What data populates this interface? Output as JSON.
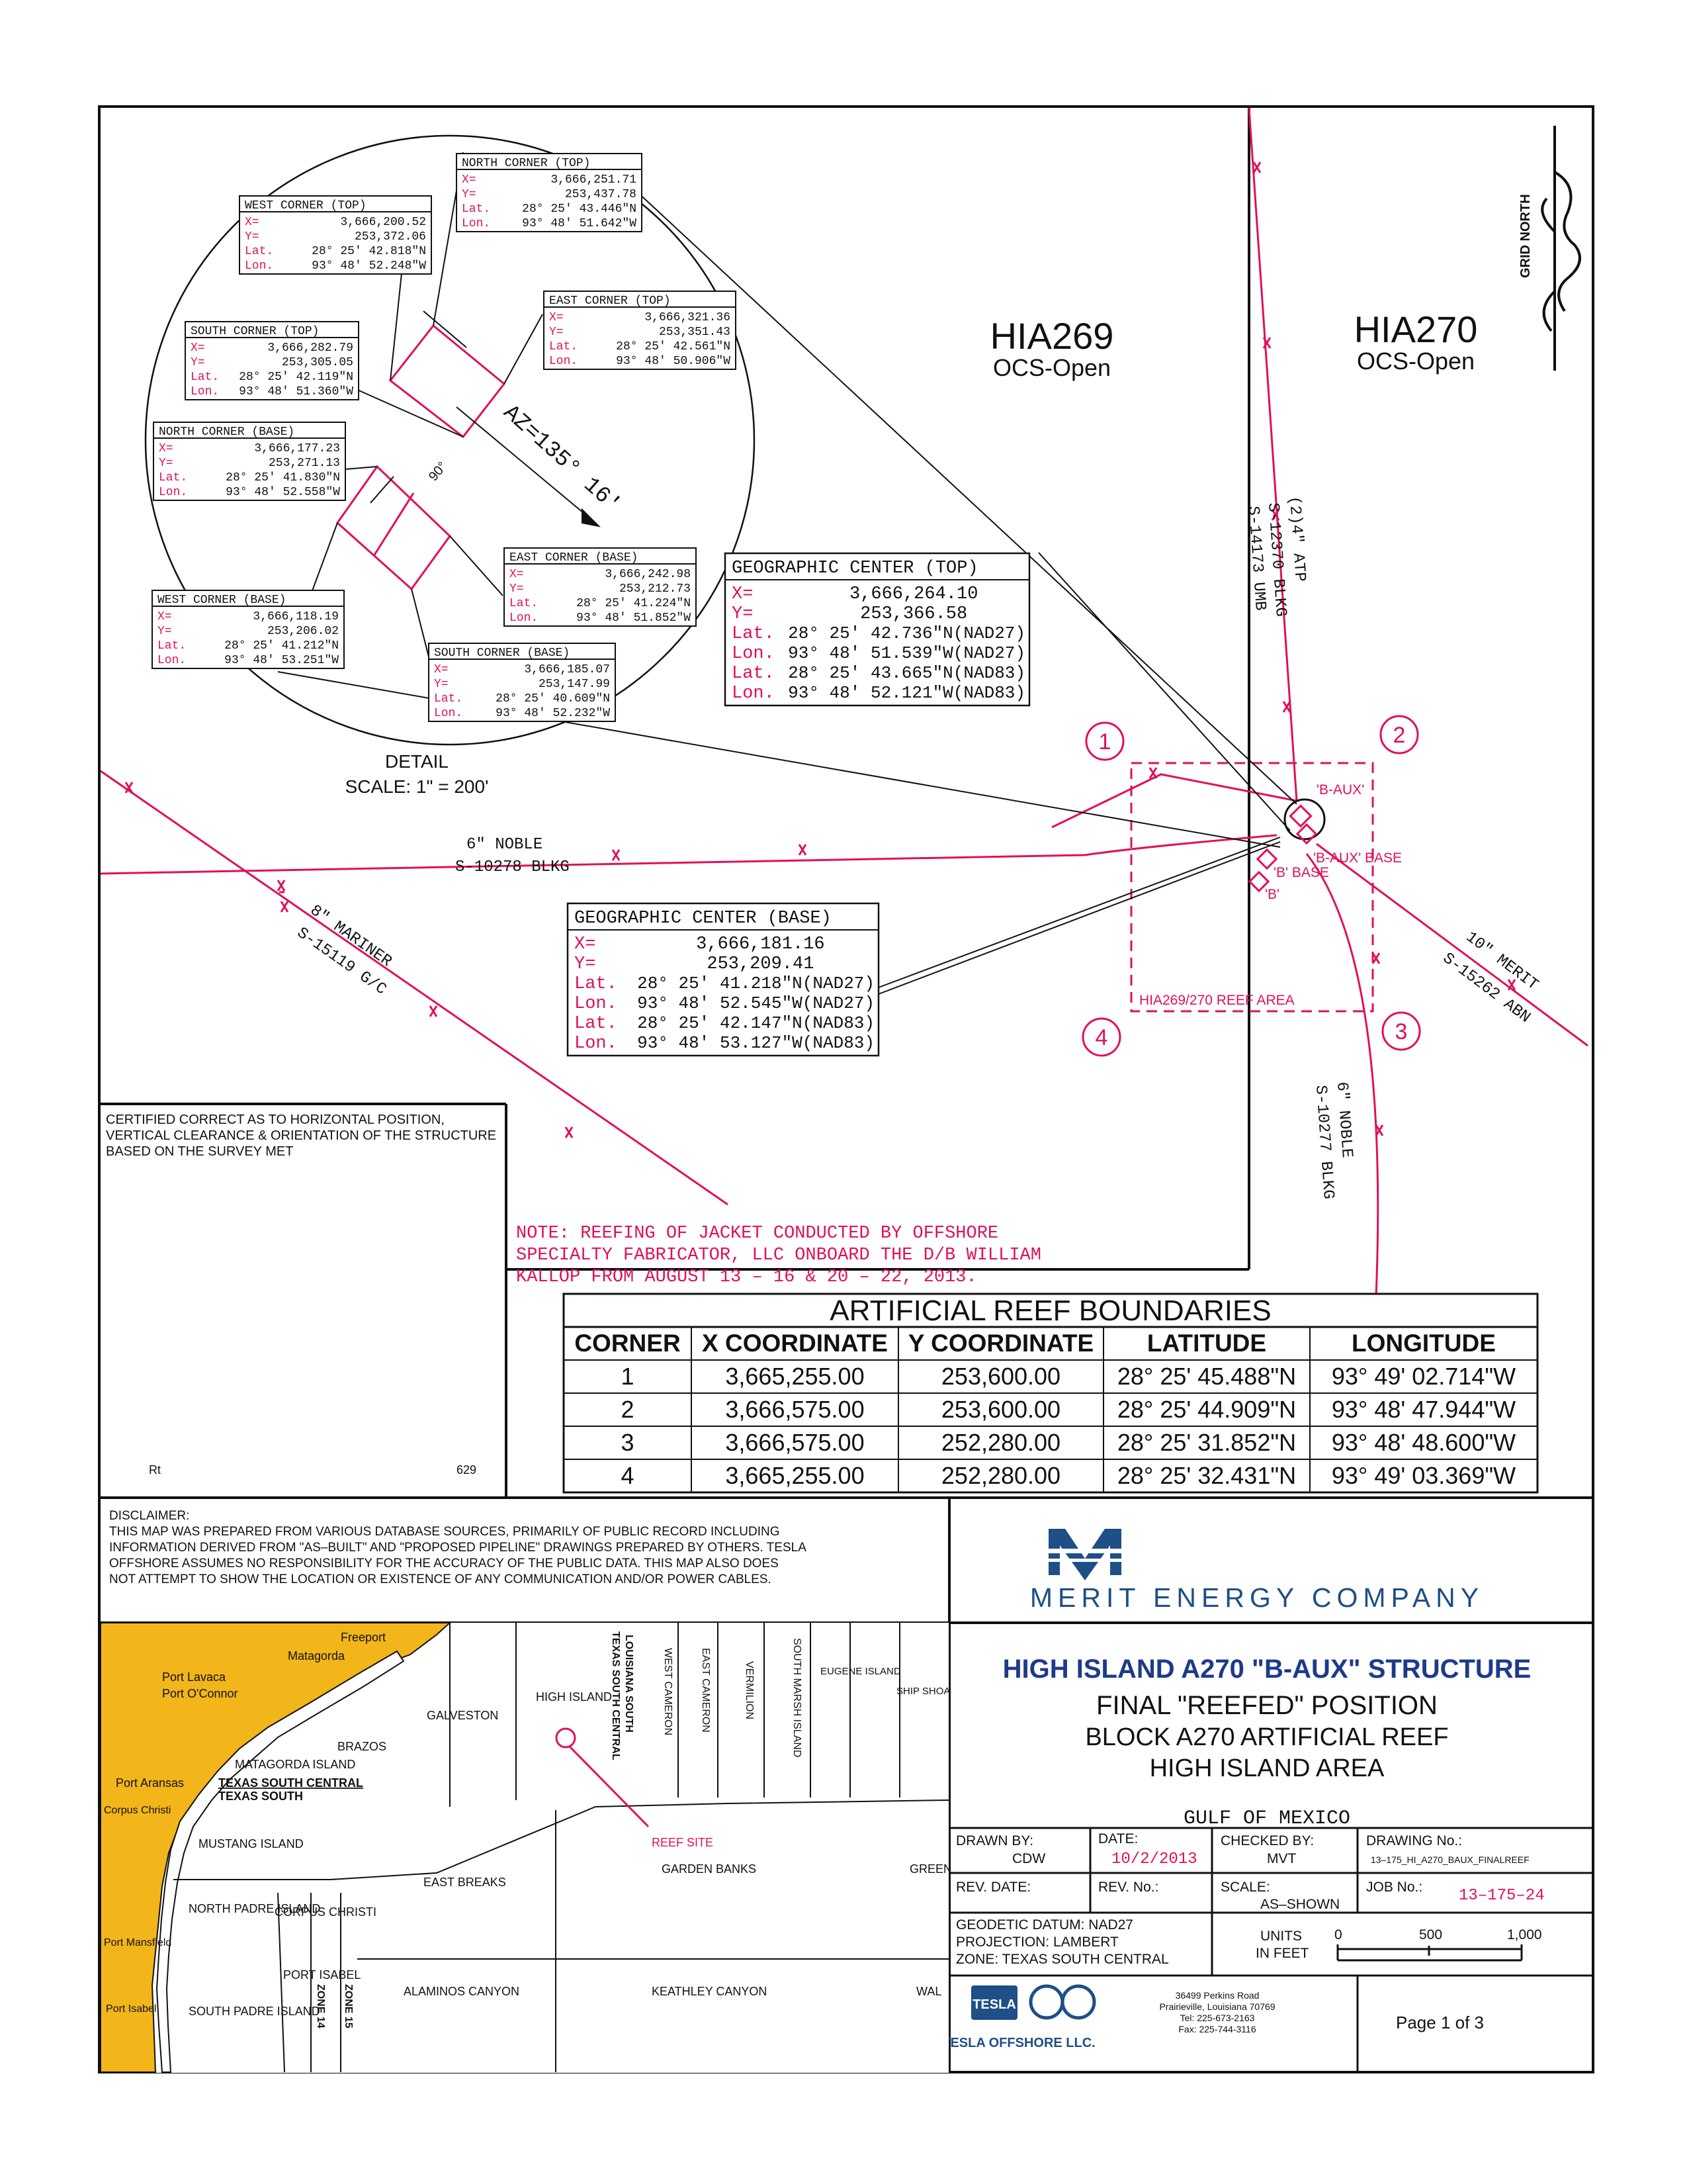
{
  "blocks": {
    "hia269": {
      "name": "HIA269",
      "status": "OCS-Open"
    },
    "hia270": {
      "name": "HIA270",
      "status": "OCS-Open"
    }
  },
  "north_arrow": {
    "label": "GRID NORTH"
  },
  "detail": {
    "title": "DETAIL",
    "scale": "SCALE: 1\" = 200'",
    "azimuth": "AZ=135° 16'",
    "angle": "90°",
    "corners": [
      {
        "title": "NORTH CORNER (TOP)",
        "x": "3,666,251.71",
        "y": "253,437.78",
        "lat": "28° 25' 43.446\"N",
        "lon": "93° 48' 51.642\"W"
      },
      {
        "title": "WEST CORNER (TOP)",
        "x": "3,666,200.52",
        "y": "253,372.06",
        "lat": "28° 25' 42.818\"N",
        "lon": "93° 48' 52.248\"W"
      },
      {
        "title": "EAST CORNER (TOP)",
        "x": "3,666,321.36",
        "y": "253,351.43",
        "lat": "28° 25' 42.561\"N",
        "lon": "93° 48' 50.906\"W"
      },
      {
        "title": "SOUTH CORNER (TOP)",
        "x": "3,666,282.79",
        "y": "253,305.05",
        "lat": "28° 25' 42.119\"N",
        "lon": "93° 48' 51.360\"W"
      },
      {
        "title": "NORTH CORNER (BASE)",
        "x": "3,666,177.23",
        "y": "253,271.13",
        "lat": "28° 25' 41.830\"N",
        "lon": "93° 48' 52.558\"W"
      },
      {
        "title": "EAST CORNER (BASE)",
        "x": "3,666,242.98",
        "y": "253,212.73",
        "lat": "28° 25' 41.224\"N",
        "lon": "93° 48' 51.852\"W"
      },
      {
        "title": "WEST CORNER (BASE)",
        "x": "3,666,118.19",
        "y": "253,206.02",
        "lat": "28° 25' 41.212\"N",
        "lon": "93° 48' 53.251\"W"
      },
      {
        "title": "SOUTH CORNER (BASE)",
        "x": "3,666,185.07",
        "y": "253,147.99",
        "lat": "28° 25' 40.609\"N",
        "lon": "93° 48' 52.232\"W"
      }
    ]
  },
  "geo_center_top": {
    "title": "GEOGRAPHIC CENTER (TOP)",
    "x": "3,666,264.10",
    "y": "253,366.58",
    "lat27": "28° 25' 42.736\"N(NAD27)",
    "lon27": "93° 48' 51.539\"W(NAD27)",
    "lat83": "28° 25' 43.665\"N(NAD83)",
    "lon83": "93° 48' 52.121\"W(NAD83)"
  },
  "geo_center_base": {
    "title": "GEOGRAPHIC CENTER (BASE)",
    "x": "3,666,181.16",
    "y": "253,209.41",
    "lat27": "28° 25' 41.218\"N(NAD27)",
    "lon27": "93° 48' 52.545\"W(NAD27)",
    "lat83": "28° 25' 42.147\"N(NAD83)",
    "lon83": "93° 48' 53.127\"W(NAD83)"
  },
  "labels": {
    "x": "X=",
    "y": "Y=",
    "lat": "Lat.",
    "lon": "Lon.",
    "b_aux": "'B-AUX'",
    "b_aux_base": "'B-AUX' BASE",
    "b_base": "'B' BASE",
    "b": "'B'",
    "reef_area": "HIA269/270 REEF AREA",
    "corner_numbers": [
      "1",
      "2",
      "3",
      "4"
    ]
  },
  "pipelines": {
    "noble_6_a": "6\" NOBLE",
    "noble_6_a_id": "S-10278 BLKG",
    "mariner": "8\" MARINER",
    "mariner_id": "S-15119 G/C",
    "atp": "(2)4\" ATP",
    "atp_id1": "S-12370 BLKG",
    "atp_id2": "S-14173 UMB",
    "merit": "10\" MERIT",
    "merit_id": "S-15262 ABN",
    "noble_6_b": "6\" NOBLE",
    "noble_6_b_id": "S-10277 BLKG"
  },
  "certification": {
    "line1": "CERTIFIED CORRECT AS TO HORIZONTAL POSITION,",
    "line2": "VERTICAL CLEARANCE & ORIENTATION OF THE STRUCTURE",
    "line3": "BASED ON THE SURVEY MET",
    "sig_left": "Rt",
    "sig_right": "629"
  },
  "note": {
    "line1": "NOTE: REEFING OF JACKET CONDUCTED BY OFFSHORE",
    "line2": "SPECIALTY FABRICATOR, LLC ONBOARD THE D/B WILLIAM",
    "line3": "KALLOP FROM AUGUST 13 – 16 & 20 – 22, 2013."
  },
  "reef_table": {
    "title": "ARTIFICIAL REEF BOUNDARIES",
    "headers": [
      "CORNER",
      "X COORDINATE",
      "Y COORDINATE",
      "LATITUDE",
      "LONGITUDE"
    ],
    "rows": [
      [
        "1",
        "3,665,255.00",
        "253,600.00",
        "28° 25' 45.488\"N",
        "93° 49' 02.714\"W"
      ],
      [
        "2",
        "3,666,575.00",
        "253,600.00",
        "28° 25' 44.909\"N",
        "93° 48' 47.944\"W"
      ],
      [
        "3",
        "3,666,575.00",
        "252,280.00",
        "28° 25' 31.852\"N",
        "93° 48' 48.600\"W"
      ],
      [
        "4",
        "3,665,255.00",
        "252,280.00",
        "28° 25' 32.431\"N",
        "93° 49' 03.369\"W"
      ]
    ]
  },
  "disclaimer": {
    "title": "DISCLAIMER:",
    "lines": [
      "THIS MAP WAS PREPARED FROM VARIOUS DATABASE SOURCES, PRIMARILY OF PUBLIC RECORD INCLUDING",
      "INFORMATION DERIVED FROM \"AS–BUILT\" AND \"PROPOSED PIPELINE\" DRAWINGS PREPARED BY OTHERS. TESLA",
      "OFFSHORE ASSUMES NO RESPONSIBILITY FOR THE ACCURACY OF THE PUBLIC DATA. THIS MAP ALSO DOES",
      "NOT ATTEMPT TO SHOW THE LOCATION OR EXISTENCE OF ANY COMMUNICATION AND/OR POWER CABLES."
    ]
  },
  "company": {
    "name": "MERIT ENERGY COMPANY",
    "colors": {
      "brand": "#1e4f86"
    }
  },
  "title_block": {
    "line1": "HIGH ISLAND A270 \"B-AUX\" STRUCTURE",
    "line2": "FINAL \"REEFED\" POSITION",
    "line3": "BLOCK A270 ARTIFICIAL REEF",
    "line4": "HIGH ISLAND AREA",
    "region": "GULF OF MEXICO",
    "drawn_by_label": "DRAWN BY:",
    "drawn_by": "CDW",
    "date_label": "DATE:",
    "date": "10/2/2013",
    "checked_by_label": "CHECKED BY:",
    "checked_by": "MVT",
    "drawing_no_label": "DRAWING No.:",
    "drawing_no": "13–175_HI_A270_BAUX_FINALREEF",
    "rev_date_label": "REV. DATE:",
    "rev_no_label": "REV. No.:",
    "scale_label": "SCALE:",
    "scale": "AS–SHOWN",
    "job_no_label": "JOB No.:",
    "job_no": "13–175–24",
    "datum": "GEODETIC DATUM: NAD27",
    "projection": "PROJECTION: LAMBERT",
    "zone": "ZONE: TEXAS SOUTH CENTRAL",
    "units_label": "UNITS",
    "units_value": "IN FEET",
    "scale_ticks": [
      "0",
      "500",
      "1,000"
    ],
    "page": "Page 1 of 3"
  },
  "tesla": {
    "logo": "TESLA",
    "name": "TESLA OFFSHORE LLC.",
    "address": [
      "36499 Perkins Road",
      "Prairieville, Louisiana 70769",
      "Tel: 225-673-2163",
      "Fax: 225-744-3116"
    ]
  },
  "location_map": {
    "towns": [
      "Freeport",
      "Port Lavaca",
      "Port O'Connor",
      "Matagorda",
      "Port Aransas",
      "Corpus Christi",
      "Port Mansfield",
      "Port Isabel"
    ],
    "land_labels": [
      "MATAGORDA ISLAND",
      "MUSTANG ISLAND",
      "NORTH PADRE ISLAND",
      "SOUTH PADRE ISLAND",
      "CORPUS CHRISTI",
      "PORT ISABEL"
    ],
    "areas": [
      "GALVESTON",
      "BRAZOS",
      "HIGH ISLAND",
      "WEST CAMERON",
      "EAST CAMERON",
      "VERMILION",
      "SOUTH MARSH ISLAND",
      "EUGENE ISLAND",
      "SHIP SHOAL",
      "EAST BREAKS",
      "GARDEN BANKS",
      "GREEN",
      "ALAMINOS CANYON",
      "KEATHLEY CANYON",
      "WAL"
    ],
    "zones": [
      "TEXAS SOUTH CENTRAL",
      "TEXAS SOUTH",
      "LOUISIANA SOUTH",
      "TEXAS SOUTH CENTRAL",
      "ZONE 14",
      "ZONE 15"
    ],
    "reef_site": "REEF SITE"
  },
  "colors": {
    "pipeline": "#e0105a",
    "ink": "#111111",
    "land": "#f2b51a"
  }
}
